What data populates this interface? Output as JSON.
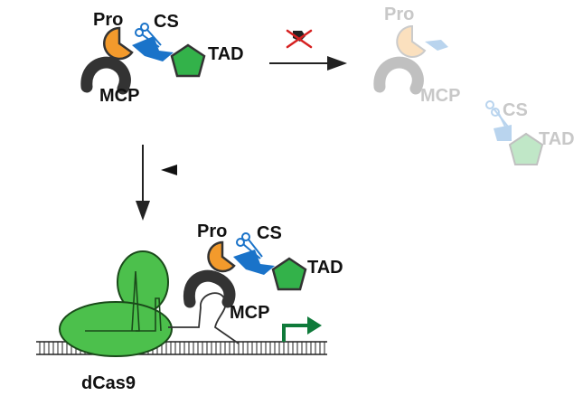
{
  "labels": {
    "pro": "Pro",
    "cs": "CS",
    "tad": "TAD",
    "mcp": "MCP",
    "dcas9": "dCas9"
  },
  "faded_labels": {
    "pro": "Pro",
    "cs": "CS",
    "tad": "TAD",
    "mcp": "MCP"
  },
  "colors": {
    "protease": "#f39a2c",
    "tad": "#33b24a",
    "mcp": "#333333",
    "cleavage_site": "#1a73c9",
    "dcas9": "#4cc04c",
    "promoter_arrow": "#0f7a3a",
    "arrow": "#222222",
    "faded": "#c8c8c8"
  },
  "icons": {
    "inhibitor": "black-triangle-icon",
    "blocked_reaction": "red-x-icon",
    "scissors": "scissors-icon",
    "promoter": "promoter-arrow-icon"
  }
}
